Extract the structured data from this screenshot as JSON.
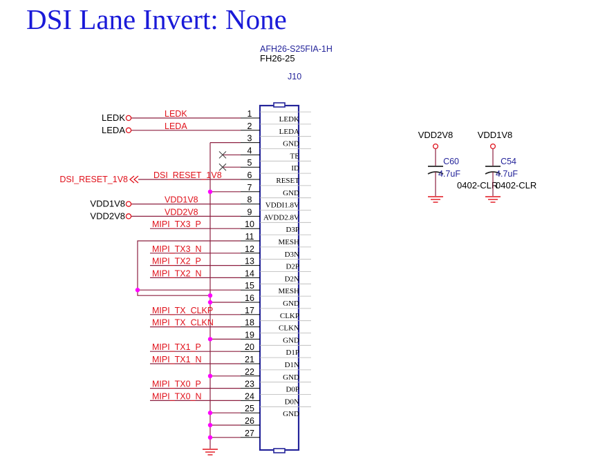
{
  "title": "DSI Lane Invert: None",
  "connector": {
    "part_number": "AFH26-S25FIA-1H",
    "footprint": "FH26-25",
    "refdes": "J10"
  },
  "pins": [
    {
      "num": "1",
      "func": "LEDK",
      "net": "LEDK"
    },
    {
      "num": "2",
      "func": "LEDA",
      "net": "LEDA"
    },
    {
      "num": "3",
      "func": "GND",
      "net": ""
    },
    {
      "num": "4",
      "func": "TE",
      "net": ""
    },
    {
      "num": "5",
      "func": "ID",
      "net": ""
    },
    {
      "num": "6",
      "func": "RESET",
      "net": "DSI_RESET_1V8"
    },
    {
      "num": "7",
      "func": "GND",
      "net": ""
    },
    {
      "num": "8",
      "func": "VDDI1.8V",
      "net": "VDD1V8"
    },
    {
      "num": "9",
      "func": "AVDD2.8V",
      "net": "VDD2V8"
    },
    {
      "num": "10",
      "func": "D3P",
      "net": "MIPI_TX3_P"
    },
    {
      "num": "11",
      "func": "MESH",
      "net": ""
    },
    {
      "num": "12",
      "func": "D3N",
      "net": "MIPI_TX3_N"
    },
    {
      "num": "13",
      "func": "D2P",
      "net": "MIPI_TX2_P"
    },
    {
      "num": "14",
      "func": "D2N",
      "net": "MIPI_TX2_N"
    },
    {
      "num": "15",
      "func": "MESH",
      "net": ""
    },
    {
      "num": "16",
      "func": "GND",
      "net": ""
    },
    {
      "num": "17",
      "func": "CLKP",
      "net": "MIPI_TX_CLKP"
    },
    {
      "num": "18",
      "func": "CLKN",
      "net": "MIPI_TX_CLKN"
    },
    {
      "num": "19",
      "func": "GND",
      "net": ""
    },
    {
      "num": "20",
      "func": "D1P",
      "net": "MIPI_TX1_P"
    },
    {
      "num": "21",
      "func": "D1N",
      "net": "MIPI_TX1_N"
    },
    {
      "num": "22",
      "func": "GND",
      "net": ""
    },
    {
      "num": "23",
      "func": "D0P",
      "net": "MIPI_TX0_P"
    },
    {
      "num": "24",
      "func": "D0N",
      "net": "MIPI_TX0_N"
    },
    {
      "num": "25",
      "func": "GND",
      "net": ""
    },
    {
      "num": "26",
      "func": "",
      "net": ""
    },
    {
      "num": "27",
      "func": "",
      "net": ""
    }
  ],
  "ports": {
    "ledk": "LEDK",
    "leda": "LEDA",
    "reset": "DSI_RESET_1V8",
    "vdd1v8": "VDD1V8",
    "vdd2v8": "VDD2V8"
  },
  "capacitors": [
    {
      "power": "VDD2V8",
      "refdes": "C60",
      "value": "4.7uF",
      "package": "0402-CLR"
    },
    {
      "power": "VDD1V8",
      "refdes": "C54",
      "value": "4.7uF",
      "package": "0402-CLR"
    }
  ],
  "colors": {
    "title": "#1a1ad8",
    "net": "#e0101a",
    "wire": "#8b1e3f",
    "power_symbol": "#e0101a",
    "junction": "#ff00ff",
    "component_text": "#24249a",
    "connector_body": "#24249a"
  }
}
